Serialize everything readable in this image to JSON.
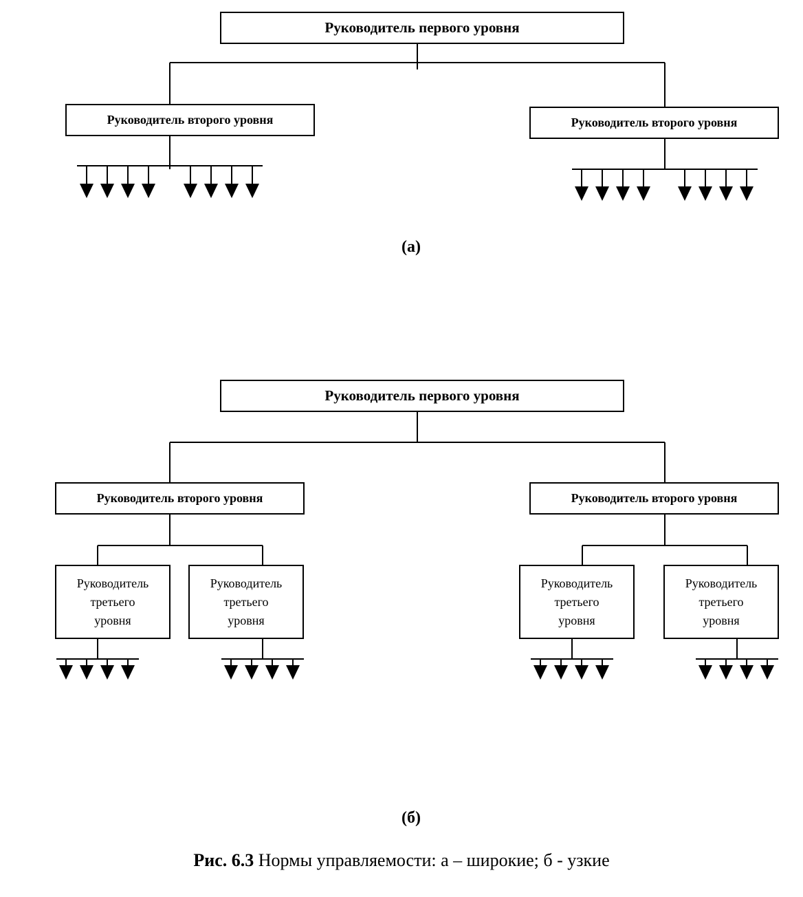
{
  "diagram_a": {
    "label": "(а)",
    "level1": "Руководитель первого уровня",
    "level2_left": "Руководитель второго уровня",
    "level2_right": "Руководитель второго уровня"
  },
  "diagram_b": {
    "label": "(б)",
    "level1": "Руководитель первого уровня",
    "level2_left": "Руководитель второго уровня",
    "level2_right": "Руководитель второго уровня",
    "level3": [
      "Руководитель\nтретьего\nуровня",
      "Руководитель\nтретьего\nуровня",
      "Руководитель\nтретьего\nуровня",
      "Руководитель\nтретьего\nуровня"
    ]
  },
  "caption": {
    "prefix": "Рис. 6.3",
    "text": " Нормы управляемости: а – широкие; б - узкие"
  }
}
